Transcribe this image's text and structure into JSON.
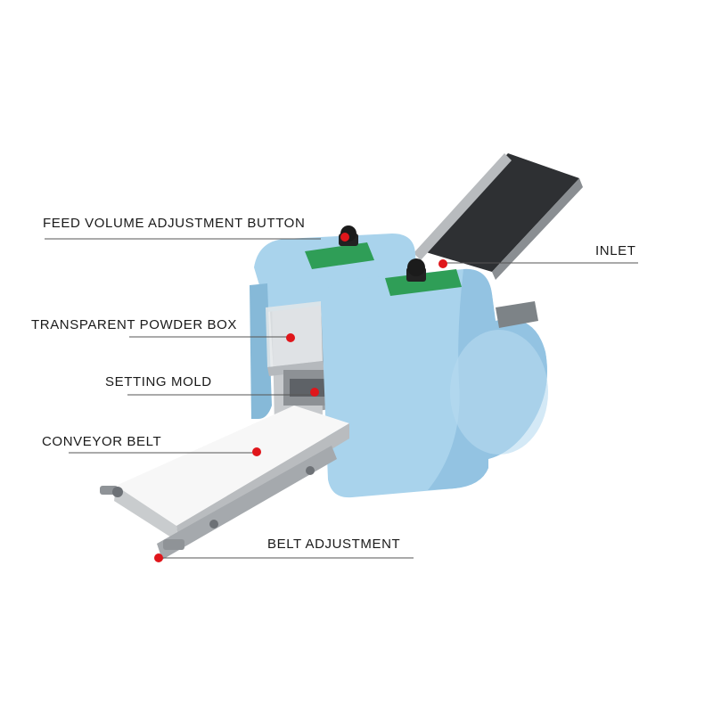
{
  "callouts": [
    {
      "id": "feed-volume-adjustment-button",
      "text": "FEED VOLUME ADJUSTMENT BUTTON"
    },
    {
      "id": "inlet",
      "text": "INLET"
    },
    {
      "id": "transparent-powder-box",
      "text": "TRANSPARENT POWDER BOX"
    },
    {
      "id": "setting-mold",
      "text": "SETTING MOLD"
    },
    {
      "id": "conveyor-belt",
      "text": "CONVEYOR BELT"
    },
    {
      "id": "belt-adjustment",
      "text": "BELT ADJUSTMENT"
    }
  ],
  "colors": {
    "machine_body": "#a9d3ec",
    "machine_shadow": "#86b9d8",
    "metal": "#b9bcbf",
    "metal_dark": "#6d7176",
    "hopper": "#2e3033",
    "belt": "#f7f7f7",
    "control_panel": "#2f9e57",
    "marker": "#e0161b",
    "leader_line": "#555555"
  }
}
